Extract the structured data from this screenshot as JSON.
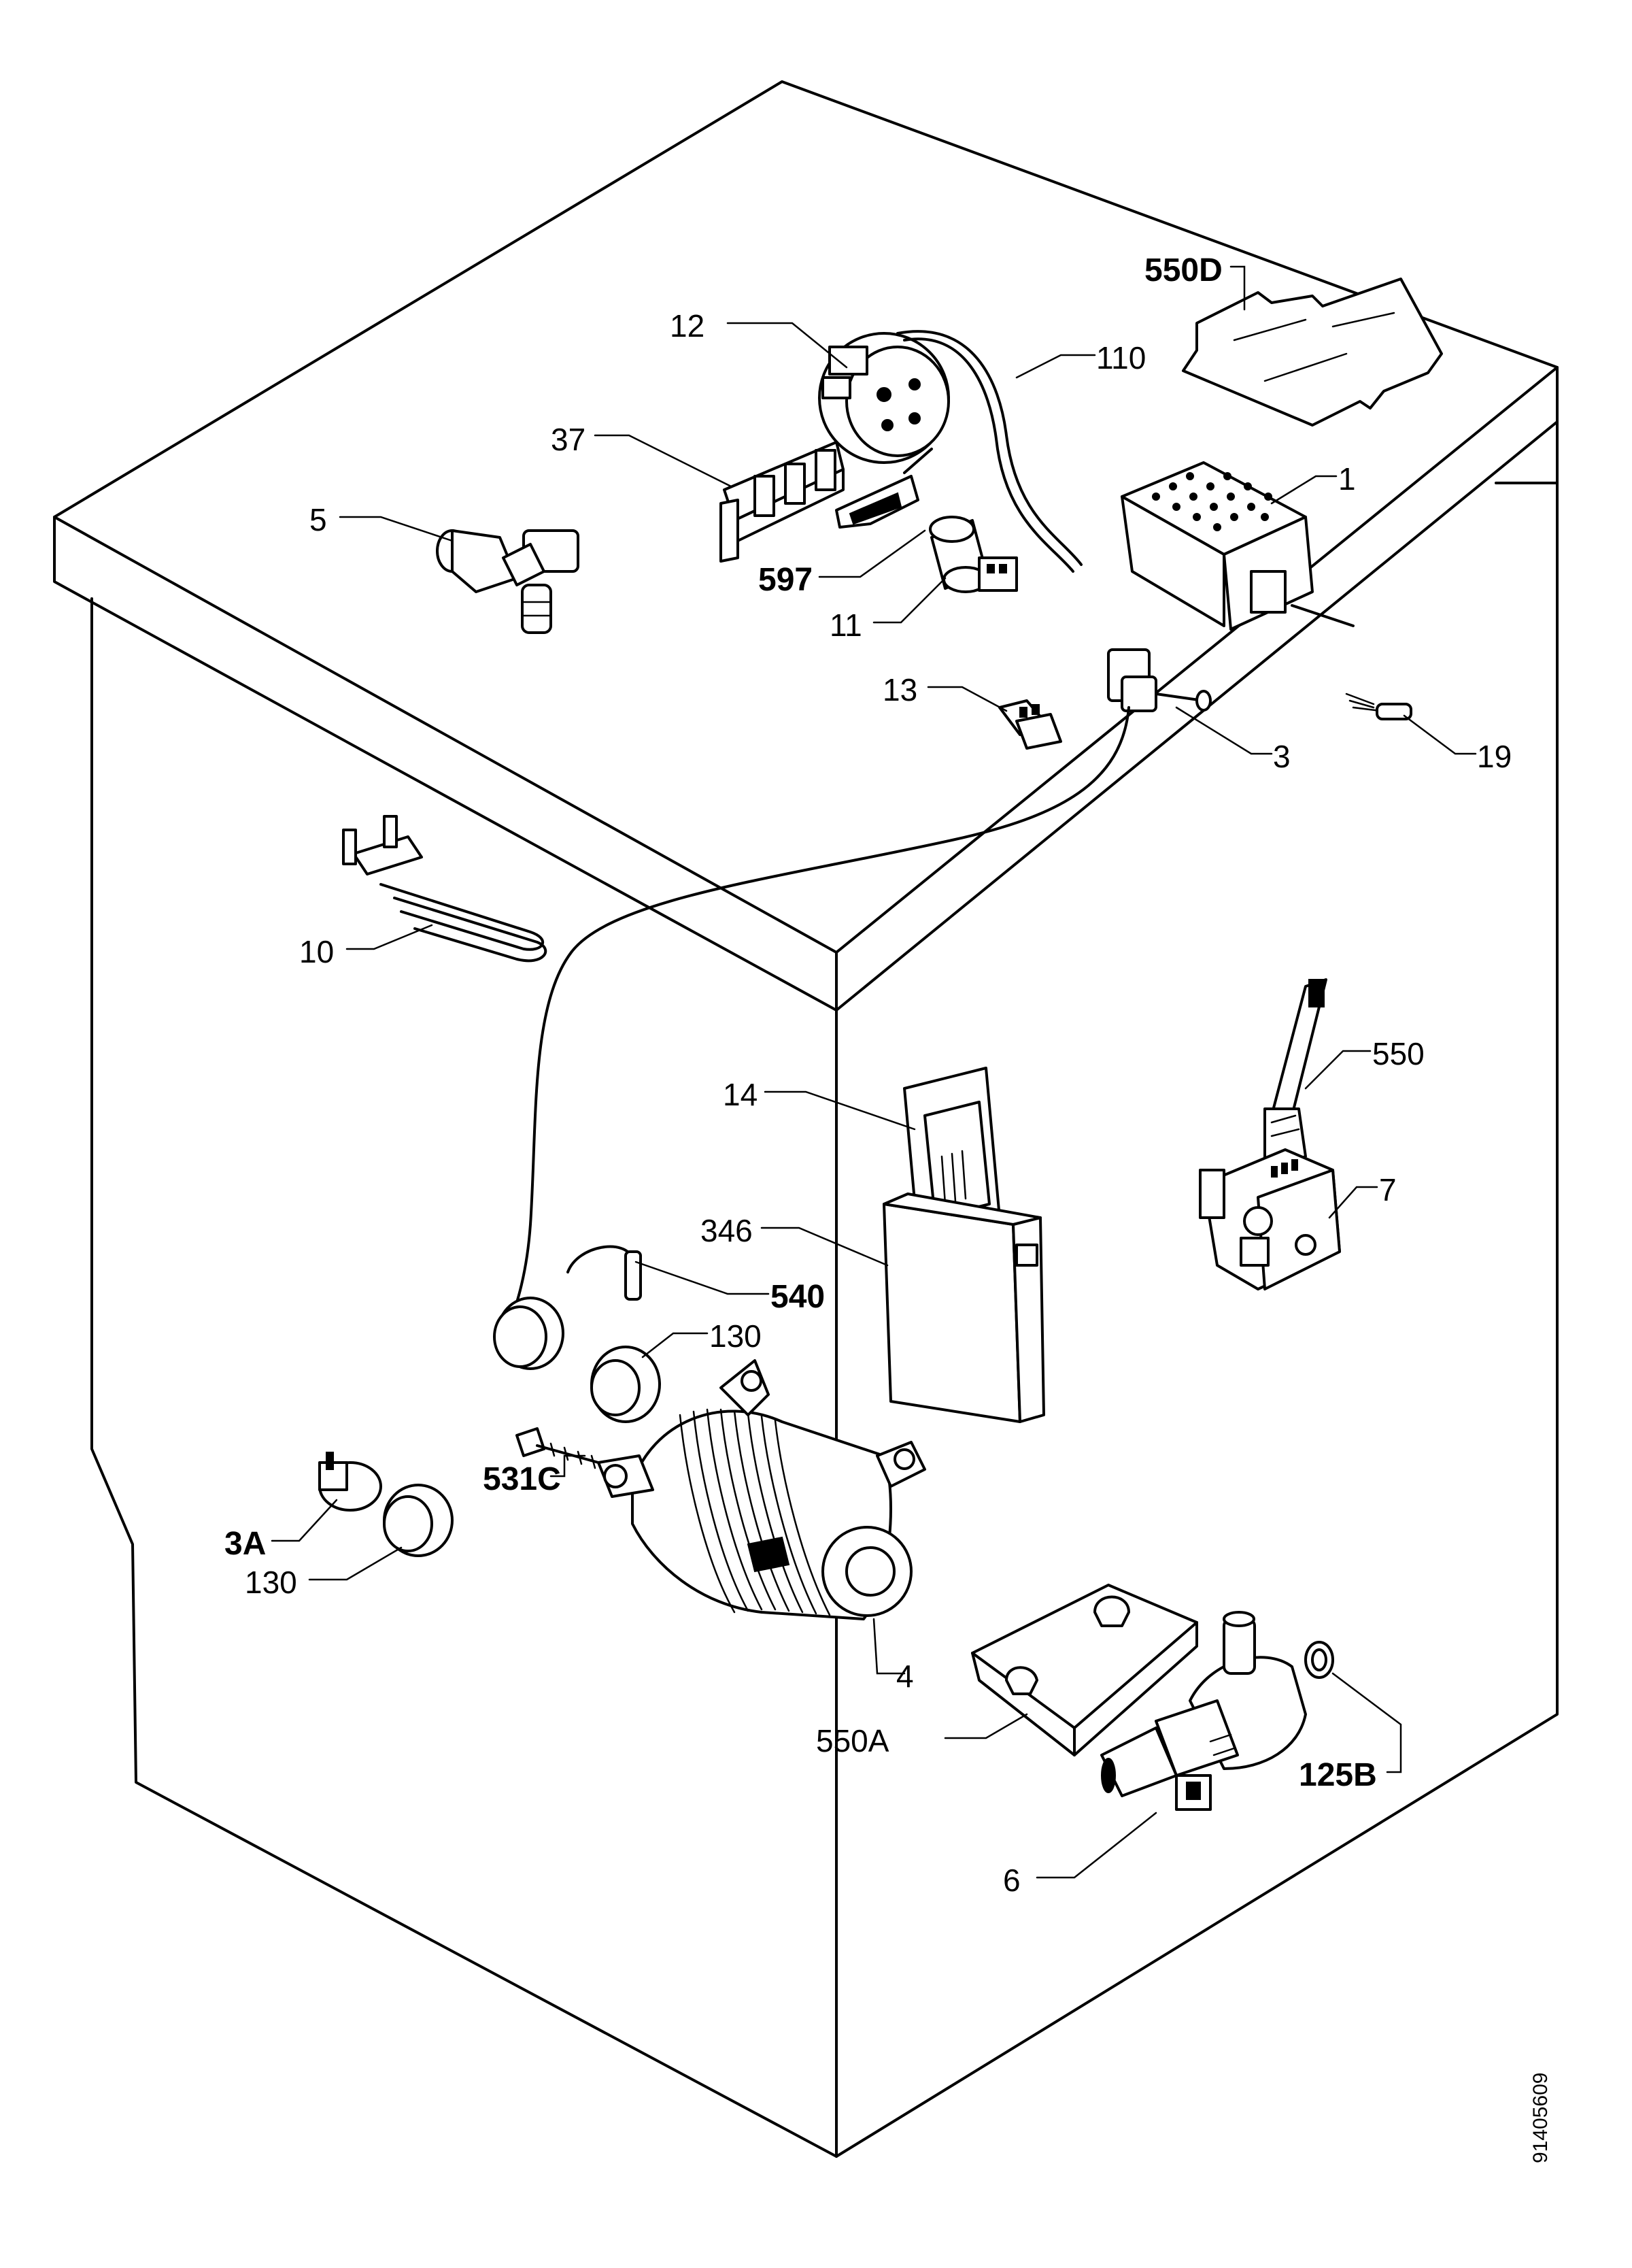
{
  "labels": {
    "l550D": "550D",
    "l12": "12",
    "l110": "110",
    "l37": "37",
    "l5": "5",
    "l1": "1",
    "l597": "597",
    "l11": "11",
    "l13": "13",
    "l3": "3",
    "l19": "19",
    "l10": "10",
    "l550": "550",
    "l14": "14",
    "l7": "7",
    "l346": "346",
    "l540": "540",
    "l130a": "130",
    "l531C": "531C",
    "l3A": "3A",
    "l130b": "130",
    "l4": "4",
    "l550A": "550A",
    "l125B": "125B",
    "l6": "6"
  },
  "doc_id": "91405609"
}
